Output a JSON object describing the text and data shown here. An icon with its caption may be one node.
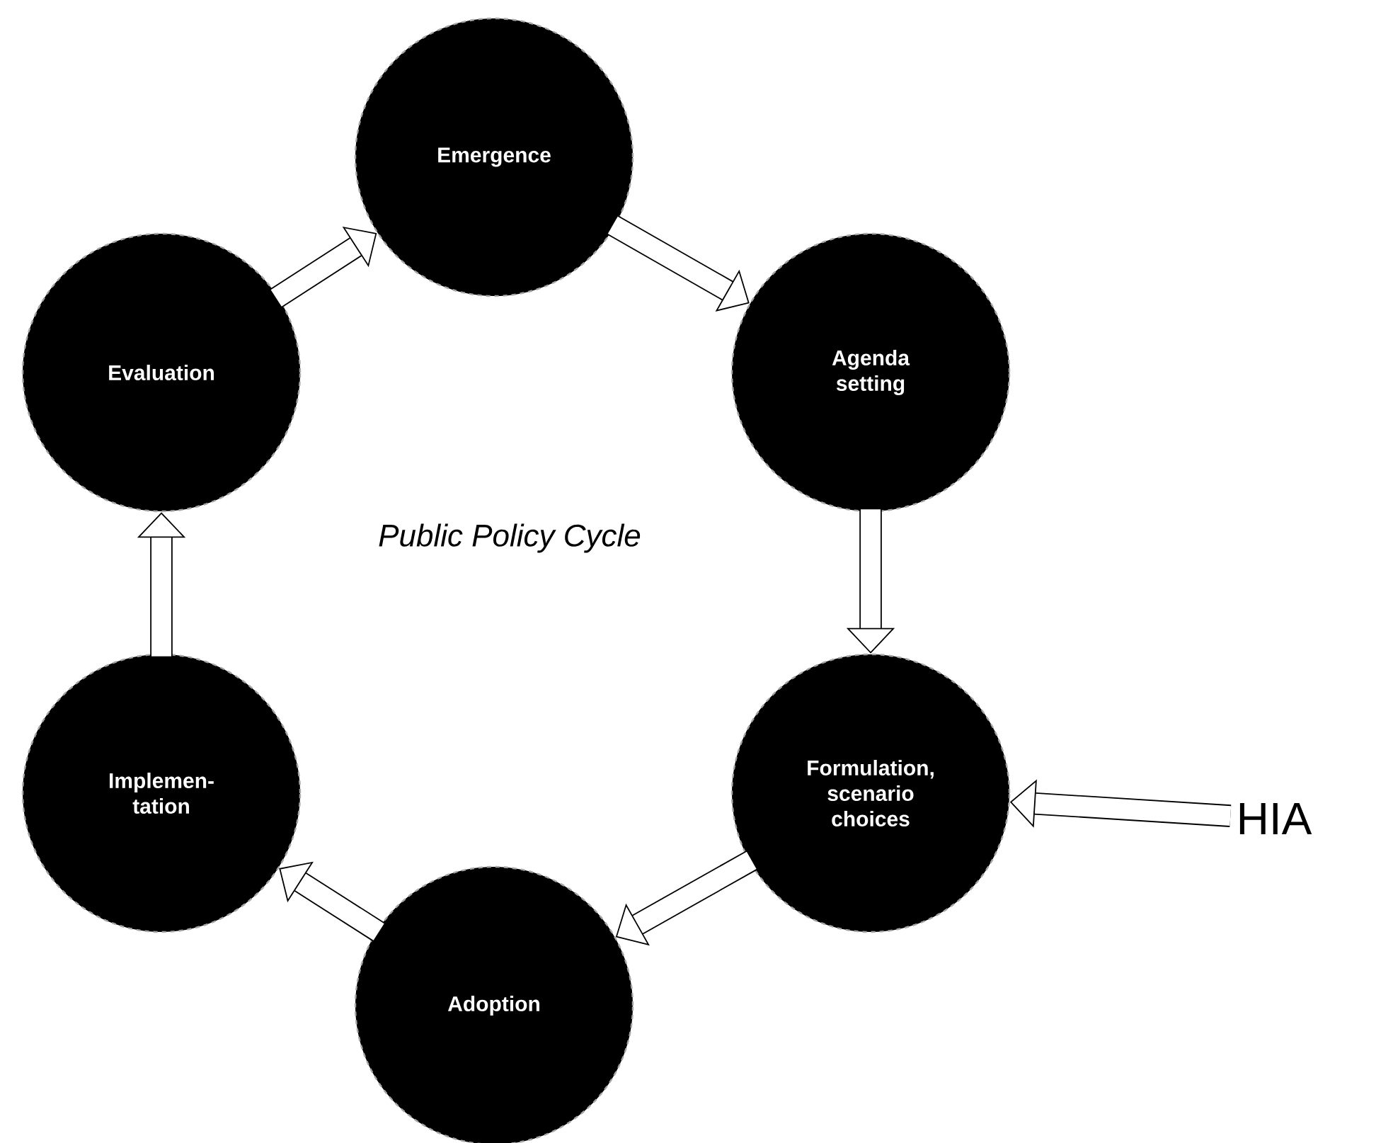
{
  "diagram": {
    "nodes": [
      {
        "text": [
          "Emergence"
        ]
      },
      {
        "text": [
          "Agenda setting"
        ]
      },
      {
        "text": [
          "Formulation, scenario choices"
        ]
      },
      {
        "text": [
          "Adoption"
        ]
      },
      {
        "text": [
          "Implemen- tation"
        ]
      },
      {
        "text": [
          "Evaluation"
        ]
      },
      {
        "text": [
          "HIA"
        ]
      }
    ],
    "edges": [
      {
        "from": 0,
        "to": 1,
        "arrow": "to"
      },
      {
        "from": 1,
        "to": 2,
        "arrow": "to"
      },
      {
        "from": 2,
        "to": 3,
        "arrow": "to"
      },
      {
        "from": 3,
        "to": 4,
        "arrow": "to"
      },
      {
        "from": 4,
        "to": 5,
        "arrow": "to"
      },
      {
        "from": 5,
        "to": 0,
        "arrow": "to"
      },
      {
        "from": 6,
        "to": 2,
        "arrow": "to"
      }
    ],
    "labels": [
      "Public Policy Cycle"
    ]
  }
}
